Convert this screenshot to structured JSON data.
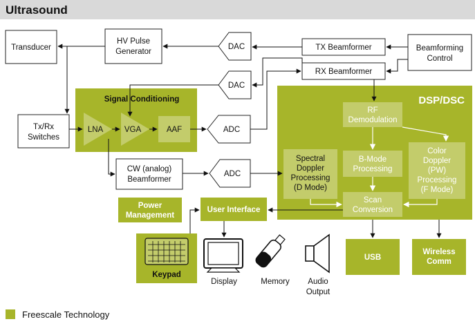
{
  "header": {
    "title": "Ultrasound"
  },
  "colors": {
    "green": "#a7b52a",
    "header_bg": "#d9d9d9",
    "green_light": "#c3cc6b"
  },
  "blocks": {
    "transducer": "Transducer",
    "hv_pulse": [
      "HV Pulse",
      "Generator"
    ],
    "dac1": "DAC",
    "dac2": "DAC",
    "tx_beamformer": "TX Beamformer",
    "rx_beamformer": "RX Beamformer",
    "beamforming_control": [
      "Beamforming",
      "Control"
    ],
    "txrx_switches": [
      "Tx/Rx",
      "Switches"
    ],
    "signal_conditioning": "Signal Conditioning",
    "lna": "LNA",
    "vga": "VGA",
    "aaf": "AAF",
    "adc1": "ADC",
    "adc2": "ADC",
    "cw_beamformer": [
      "CW (analog)",
      "Beamformer"
    ],
    "dsp_dsc": "DSP/DSC",
    "rf_demod": [
      "RF",
      "Demodulation"
    ],
    "spectral_doppler": [
      "Spectral",
      "Doppler",
      "Processing",
      "(D Mode)"
    ],
    "bmode": [
      "B-Mode",
      "Processing"
    ],
    "color_doppler": [
      "Color",
      "Doppler",
      "(PW)",
      "Processing",
      "(F Mode)"
    ],
    "scan_conversion": [
      "Scan",
      "Conversion"
    ],
    "power_management": [
      "Power",
      "Management"
    ],
    "user_interface": "User Interface",
    "keypad": "Keypad",
    "display": "Display",
    "memory": "Memory",
    "audio_output": [
      "Audio",
      "Output"
    ],
    "usb": "USB",
    "wireless_comm": [
      "Wireless",
      "Comm"
    ]
  },
  "legend": {
    "label": "Freescale Technology"
  }
}
